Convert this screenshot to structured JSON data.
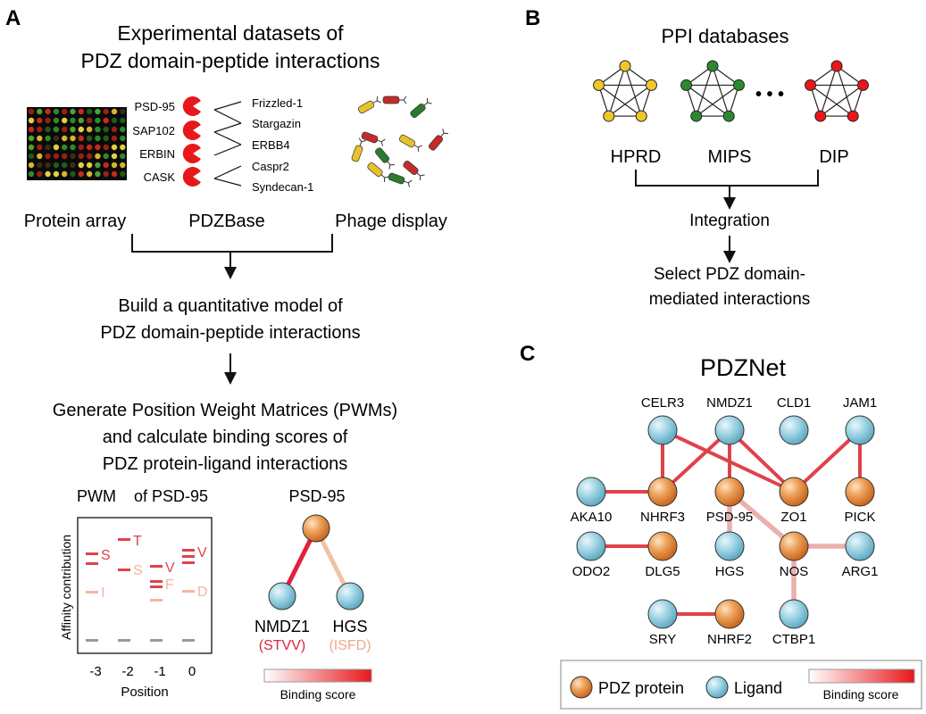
{
  "panel_a": {
    "letter": "A",
    "title_line1": "Experimental datasets of",
    "title_line2": "PDZ domain-peptide interactions",
    "pdz_proteins": [
      "PSD-95",
      "SAP102",
      "ERBIN",
      "CASK"
    ],
    "ligands": [
      "Frizzled-1",
      "Stargazin",
      "ERBB4",
      "Caspr2",
      "Syndecan-1"
    ],
    "source_protein_array": "Protein array",
    "source_pdzbase": "PDZBase",
    "source_phage_display": "Phage display",
    "step1_line1": "Build a quantitative model of",
    "step1_line2": "PDZ domain-peptide interactions",
    "step2_line1": "Generate Position Weight Matrices (PWMs)",
    "step2_line2": "and calculate binding scores of",
    "step2_line3": "PDZ protein-ligand interactions",
    "pwm_title_a": "PWM",
    "pwm_title_b": "of PSD-95",
    "pwm_ylabel": "Affinity contribution",
    "pwm_xlabel": "Position",
    "pwm_positions": [
      "-3",
      "-2",
      "-1",
      "0"
    ],
    "pwm_letters": [
      "S",
      "I",
      "T",
      "S",
      "V",
      "F",
      "V",
      "D"
    ],
    "example_protein": "PSD-95",
    "example_ligand1": "NMDZ1",
    "example_ligand1_motif": "(STVV)",
    "example_ligand2": "HGS",
    "example_ligand2_motif": "(ISFD)",
    "binding_score_label": "Binding score"
  },
  "panel_b": {
    "letter": "B",
    "title": "PPI databases",
    "db1": "HPRD",
    "db2": "MIPS",
    "db3": "DIP",
    "ellipsis": "• • •",
    "integration": "Integration",
    "select_line1": "Select PDZ domain-",
    "select_line2": "mediated interactions"
  },
  "panel_c": {
    "letter": "C",
    "title": "PDZNet",
    "legend_pdz": "PDZ protein",
    "legend_ligand": "Ligand",
    "legend_score": "Binding score"
  },
  "colors": {
    "pdz_orange": "#e07b2a",
    "ligand_blue": "#7fc4d9",
    "strong_edge": "#e0424a",
    "weak_edge": "#e9b1ad",
    "red_pacman": "#e8171b"
  },
  "chart_data": {
    "type": "network",
    "nodes": [
      {
        "name": "CELR3",
        "kind": "ligand"
      },
      {
        "name": "NMDZ1",
        "kind": "ligand"
      },
      {
        "name": "CLD1",
        "kind": "ligand"
      },
      {
        "name": "JAM1",
        "kind": "ligand"
      },
      {
        "name": "AKA10",
        "kind": "ligand"
      },
      {
        "name": "NHRF3",
        "kind": "pdz"
      },
      {
        "name": "PSD-95",
        "kind": "pdz"
      },
      {
        "name": "ZO1",
        "kind": "pdz"
      },
      {
        "name": "PICK",
        "kind": "pdz"
      },
      {
        "name": "ODO2",
        "kind": "ligand"
      },
      {
        "name": "DLG5",
        "kind": "pdz"
      },
      {
        "name": "HGS",
        "kind": "ligand"
      },
      {
        "name": "NOS",
        "kind": "pdz"
      },
      {
        "name": "ARG1",
        "kind": "ligand"
      },
      {
        "name": "SRY",
        "kind": "ligand"
      },
      {
        "name": "NHRF2",
        "kind": "pdz"
      },
      {
        "name": "CTBP1",
        "kind": "ligand"
      }
    ],
    "edges": [
      {
        "source": "AKA10",
        "target": "NHRF3",
        "strength": "strong"
      },
      {
        "source": "CELR3",
        "target": "NHRF3",
        "strength": "strong"
      },
      {
        "source": "CELR3",
        "target": "ZO1",
        "strength": "strong"
      },
      {
        "source": "NMDZ1",
        "target": "NHRF3",
        "strength": "strong"
      },
      {
        "source": "NMDZ1",
        "target": "PSD-95",
        "strength": "strong"
      },
      {
        "source": "NMDZ1",
        "target": "ZO1",
        "strength": "strong"
      },
      {
        "source": "JAM1",
        "target": "ZO1",
        "strength": "strong"
      },
      {
        "source": "JAM1",
        "target": "PICK",
        "strength": "strong"
      },
      {
        "source": "PSD-95",
        "target": "HGS",
        "strength": "weak"
      },
      {
        "source": "PSD-95",
        "target": "NOS",
        "strength": "weak"
      },
      {
        "source": "ODO2",
        "target": "DLG5",
        "strength": "strong"
      },
      {
        "source": "NOS",
        "target": "ARG1",
        "strength": "weak"
      },
      {
        "source": "NOS",
        "target": "CTBP1",
        "strength": "weak"
      },
      {
        "source": "SRY",
        "target": "NHRF2",
        "strength": "strong"
      }
    ]
  }
}
